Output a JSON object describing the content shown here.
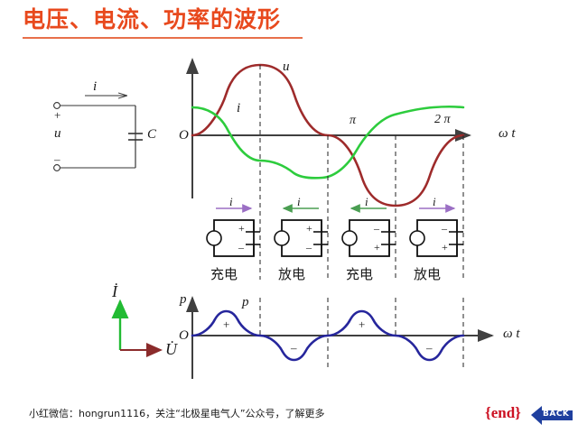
{
  "title": {
    "text": "电压、电流、功率的波形",
    "color": "#e8491d",
    "underline_color": "#e8704a"
  },
  "circuit": {
    "current_label": "i",
    "voltage_label": "u",
    "capacitor_label": "C",
    "plus": "+",
    "minus": "–"
  },
  "waveform_chart": {
    "origin_label": "O",
    "x_axis_label": "ω t",
    "tick_labels": [
      "π",
      "2 π"
    ],
    "curves": [
      {
        "name": "u",
        "label": "u",
        "color": "#9e2b2b"
      },
      {
        "name": "i",
        "label": "i",
        "color": "#2dcc3d"
      }
    ]
  },
  "phase_cells": [
    {
      "state": "充电",
      "arrow_dir": "right",
      "arrow_color": "#9b6fc4",
      "cap_top": "+",
      "cap_bottom": "–",
      "current_label": "i"
    },
    {
      "state": "放电",
      "arrow_dir": "left",
      "arrow_color": "#4a9e52",
      "cap_top": "+",
      "cap_bottom": "–",
      "current_label": "i"
    },
    {
      "state": "充电",
      "arrow_dir": "left",
      "arrow_color": "#4a9e52",
      "cap_top": "–",
      "cap_bottom": "+",
      "current_label": "i"
    },
    {
      "state": "放电",
      "arrow_dir": "right",
      "arrow_color": "#9b6fc4",
      "cap_top": "–",
      "cap_bottom": "+",
      "current_label": "i"
    }
  ],
  "power_chart": {
    "axis_label": "p",
    "curve_label": "p",
    "origin_label": "O",
    "x_axis_label": "ω t",
    "color": "#26269c",
    "sign_markers": [
      "+",
      "–",
      "+",
      "–"
    ]
  },
  "phasor": {
    "current_label": "İ",
    "voltage_label": "U̇",
    "current_color": "#22bb33",
    "voltage_color": "#8b2b2b"
  },
  "footer": {
    "text": "小红微信：hongrun1116，关注“北极星电气人”公众号，了解更多"
  },
  "end_mark": {
    "text": "{end}",
    "color": "#cc1122"
  },
  "back_button": {
    "label": "BACK",
    "color": "#1f3f9e"
  },
  "chart_data": [
    {
      "type": "line",
      "title": "电压、电流波形",
      "xlabel": "ω t",
      "ylabel": "",
      "x": [
        0,
        1.5708,
        3.1416,
        4.7124,
        6.2832
      ],
      "xtick_values": [
        3.1416,
        6.2832
      ],
      "xtick_labels": [
        "π",
        "2 π"
      ],
      "xlim": [
        0,
        6.8
      ],
      "ylim": [
        -1.2,
        1.2
      ],
      "grid": false,
      "legend": "inline-labels",
      "series": [
        {
          "name": "u",
          "formula": "sin(wt)",
          "color": "#9e2b2b",
          "values": [
            0,
            1,
            0,
            -1,
            0
          ]
        },
        {
          "name": "i",
          "formula": "cos(wt)",
          "color": "#2dcc3d",
          "values": [
            1,
            0,
            -1,
            0,
            1
          ]
        }
      ]
    },
    {
      "type": "line",
      "title": "功率波形",
      "xlabel": "ω t",
      "ylabel": "p",
      "x": [
        0,
        0.7854,
        1.5708,
        2.3562,
        3.1416,
        3.927,
        4.7124,
        5.4978,
        6.2832
      ],
      "xlim": [
        0,
        6.8
      ],
      "ylim": [
        -1.2,
        1.2
      ],
      "grid": false,
      "series": [
        {
          "name": "p",
          "formula": "0.5*sin(2wt)",
          "color": "#26269c",
          "values": [
            0,
            1,
            0,
            -1,
            0,
            1,
            0,
            -1,
            0
          ]
        }
      ],
      "annotations": [
        {
          "label": "+",
          "interval": "0 to pi/2"
        },
        {
          "label": "–",
          "interval": "pi/2 to pi"
        },
        {
          "label": "+",
          "interval": "pi to 3pi/2"
        },
        {
          "label": "–",
          "interval": "3pi/2 to 2pi"
        }
      ]
    }
  ]
}
